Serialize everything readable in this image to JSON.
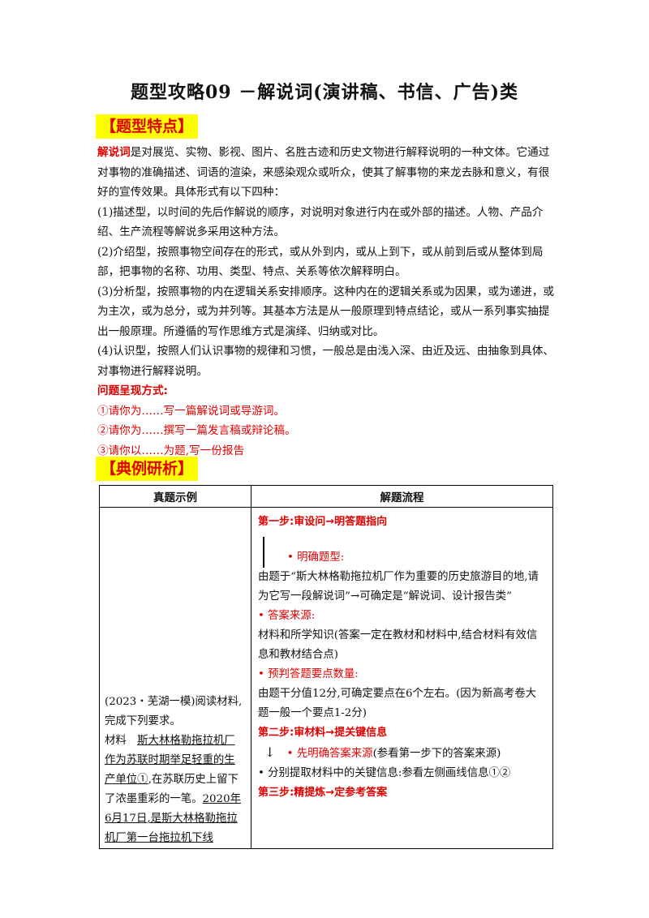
{
  "title": "题型攻略09 －解说词(演讲稿、书信、广告)类",
  "section1": {
    "head": "【题型特点】"
  },
  "intro": {
    "lead": "解说词",
    "rest": "是对展览、实物、影视、图片、名胜古迹和历史文物进行解释说明的一种文体。它通过对事物的准确描述、词语的渲染，来感染观众或听众，使其了解事物的来龙去脉和意义，有很好的宣传效果。具体形式有以下四种：",
    "p1": "(1)描述型，以时间的先后作解说的顺序，对说明对象进行内在或外部的描述。人物、产品介绍、生产流程等解说多采用这种方法。",
    "p2": "(2)介绍型，按照事物空间存在的形式，或从外到内，或从上到下，或从前到后或从整体到局部，把事物的名称、功用、类型、特点、关系等依次解释明白。",
    "p3": "(3)分析型，按照事物的内在逻辑关系安排顺序。这种内在的逻辑关系或为因果，或为递进，或为主次，或为总分，或为并列等。其基本方法是从一般原理到特点结论，或从一系列事实抽提出一般原理。所遵循的写作思维方式是演绎、归纳或对比。",
    "p4": "(4)认识型，按照人们认识事物的规律和习惯，一般总是由浅入深、由近及远、由抽象到具体、对事物进行解释说明。"
  },
  "question": {
    "head": "问题呈现方式:",
    "items": [
      "①请你为……写一篇解说词或导游词。",
      "②请你为……撰写一篇发言稿或辩论稿。",
      "③请你以……为题,写一份报告"
    ]
  },
  "section2": {
    "head": "【典例研析】"
  },
  "table": {
    "col1": "真题示例",
    "col2": "解题流程",
    "left": {
      "l1": "(2023・芜湖一模)阅读材料,完成下列要求。",
      "l2a": "材料　",
      "l2b": "斯大林格勒拖拉机厂作为苏联时期举足轻重的生产单位①",
      "l2c": ",在苏联历史上留下了浓墨重彩的一笔。",
      "l2d": "2020年6月17日",
      "l2e": ",是斯大林格勒拖拉机厂第一台拖拉机下线"
    },
    "right": {
      "step1": "第一步:审设问→明答题指向",
      "b1": "• 明确题型:",
      "t1": "由题于“斯大林格勒拖拉机厂作为重要的历史旅游目的地,请为它写一段解说词”→可确定是“解说词、设计报告类”",
      "b2": "• 答案来源:",
      "t2": "材料和所学知识(答案一定在教材和材料中,结合材料有效信息和教材结合点)",
      "b3": "• 预判答题要点数量:",
      "t3": "由题干分值12分,可确定要点在6个左右。(因为新高考卷大题一般一个要点1-2分)",
      "step2": "第二步:审材料→提关键信息",
      "b4": "• 先明确答案来源",
      "b4rest": "(参看第一步下的答案来源)",
      "t4": "• 分别提取材料中的关键信息:参看左侧画线信息①②",
      "step3": "第三步:精提炼→定参考答案"
    }
  },
  "colors": {
    "accent_red": "#e00000",
    "highlight": "#ffff00"
  }
}
